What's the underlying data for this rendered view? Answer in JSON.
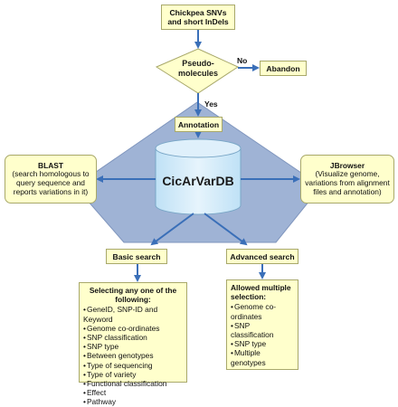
{
  "nodes": {
    "input": "Chickpea SNVs and short InDels",
    "decision": "Pseudo-molecules",
    "abandon": "Abandon",
    "annotation": "Annotation",
    "database": "CicArVarDB",
    "blast_title": "BLAST",
    "blast_desc": "(search homologous to query sequence and reports variations in it)",
    "jbrowser_title": "JBrowser",
    "jbrowser_desc": "(Visualize genome, variations from alignment files and annotation)",
    "basic_search": "Basic search",
    "advanced_search": "Advanced search"
  },
  "edges": {
    "no_label": "No",
    "yes_label": "Yes"
  },
  "basic_list": {
    "heading": "Selecting any one of the following:",
    "items": [
      "GeneID, SNP-ID and  Keyword",
      "Genome co-ordinates",
      "SNP classification",
      "SNP type",
      "Between genotypes",
      "Type of sequencing",
      "Type of variety",
      "Functional classification",
      "Effect",
      "Pathway"
    ]
  },
  "advanced_list": {
    "heading": "Allowed multiple selection:",
    "items": [
      "Genome co-ordinates",
      "SNP classification",
      "SNP type",
      "Multiple genotypes"
    ]
  },
  "colors": {
    "pentagon": "#9fb3d5",
    "box_fill": "#ffffcc",
    "arrow": "#3a6fb8",
    "cylinder": "#cfe8f8"
  }
}
